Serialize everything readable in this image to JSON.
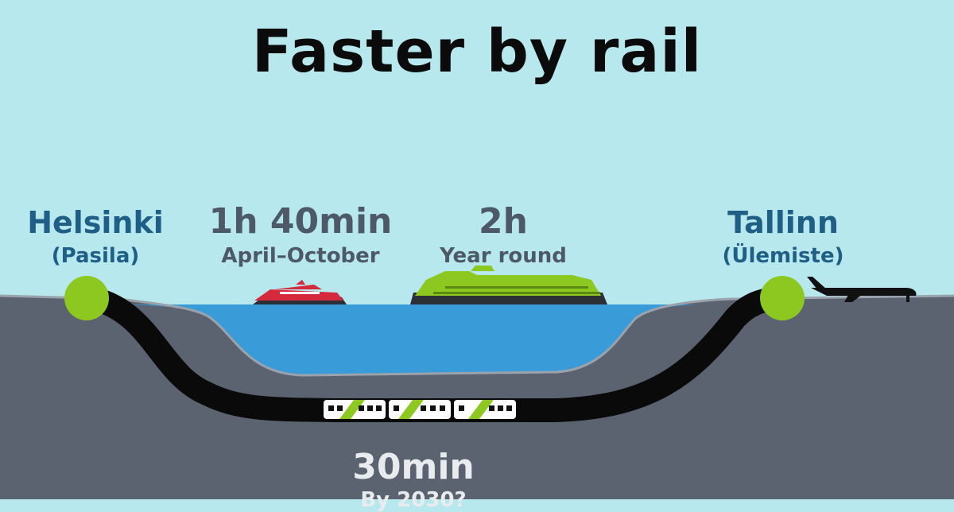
{
  "title": "Faster by rail",
  "origin": {
    "name": "Helsinki",
    "station": "(Pasila)"
  },
  "destination": {
    "name": "Tallinn",
    "station": "(Ülemiste)"
  },
  "ferry_fast": {
    "duration": "1h 40min",
    "season": "April–October"
  },
  "ferry_slow": {
    "duration": "2h",
    "season": "Year round"
  },
  "tunnel": {
    "duration": "30min",
    "year": "By 2030?"
  },
  "colors": {
    "sky": "#b7e8ee",
    "ground": "#5b6270",
    "sea": "#3a9bd9",
    "tunnel": "#0a0a0a",
    "station": "#8cc820",
    "fast_ferry": "#d42a3c",
    "ferry": "#8cc820"
  },
  "icons": [
    "station-marker-icon",
    "fast-ferry-icon",
    "ferry-icon",
    "train-icon",
    "airplane-icon"
  ]
}
